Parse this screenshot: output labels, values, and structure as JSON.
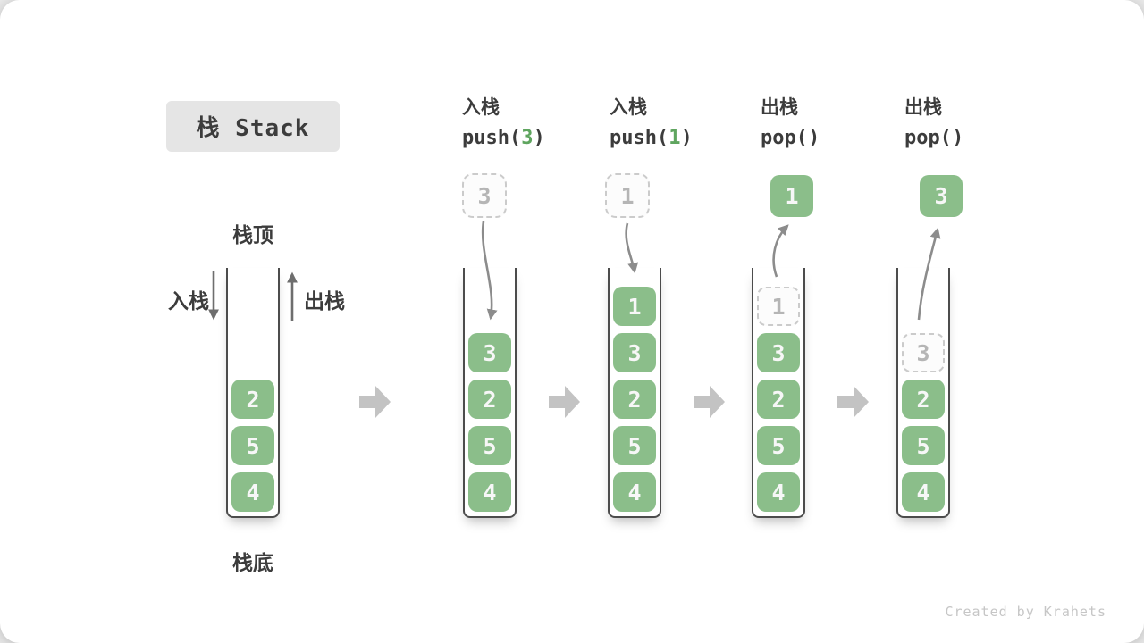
{
  "card": {
    "title": "栈 Stack",
    "watermark": "Created by Krahets"
  },
  "legend": {
    "stack_top": "栈顶",
    "stack_bottom": "栈底",
    "push_label": "入栈",
    "pop_label": "出栈"
  },
  "colors": {
    "block_green": "#8BBE8A",
    "code_green": "#5FA55F",
    "dark_text": "#3C3C3C",
    "wall": "#4C4C4C",
    "dashed_border": "#CBCBCB",
    "dashed_text": "#B5B5B5",
    "arrow": "#8C8C8C",
    "side_arrow": "#6E6E6E",
    "step_arrow": "#C3C3C3",
    "title_bg": "#E5E5E5",
    "watermark": "#C6C6C6"
  },
  "states": [
    {
      "id": "initial",
      "op": null,
      "floating": null,
      "cells": [
        {
          "value": "2"
        },
        {
          "value": "5"
        },
        {
          "value": "4"
        }
      ]
    },
    {
      "id": "push-3",
      "op": {
        "name": "入栈",
        "code_pre": "push(",
        "code_arg": "3",
        "code_post": ")"
      },
      "floating": {
        "value": "3",
        "variant": "dashed"
      },
      "cells": [
        {
          "value": "3"
        },
        {
          "value": "2"
        },
        {
          "value": "5"
        },
        {
          "value": "4"
        }
      ]
    },
    {
      "id": "push-1",
      "op": {
        "name": "入栈",
        "code_pre": "push(",
        "code_arg": "1",
        "code_post": ")"
      },
      "floating": {
        "value": "1",
        "variant": "dashed"
      },
      "cells": [
        {
          "value": "1"
        },
        {
          "value": "3"
        },
        {
          "value": "2"
        },
        {
          "value": "5"
        },
        {
          "value": "4"
        }
      ]
    },
    {
      "id": "pop-1",
      "op": {
        "name": "出栈",
        "code_pre": "pop(",
        "code_arg": "",
        "code_post": ")"
      },
      "floating": {
        "value": "1",
        "variant": "solid"
      },
      "cells": [
        {
          "value": "1",
          "ghost": true
        },
        {
          "value": "3"
        },
        {
          "value": "2"
        },
        {
          "value": "5"
        },
        {
          "value": "4"
        }
      ]
    },
    {
      "id": "pop-2",
      "op": {
        "name": "出栈",
        "code_pre": "pop(",
        "code_arg": "",
        "code_post": ")"
      },
      "floating": {
        "value": "3",
        "variant": "solid"
      },
      "cells": [
        {
          "value": "3",
          "ghost": true
        },
        {
          "value": "2"
        },
        {
          "value": "5"
        },
        {
          "value": "4"
        }
      ]
    }
  ]
}
